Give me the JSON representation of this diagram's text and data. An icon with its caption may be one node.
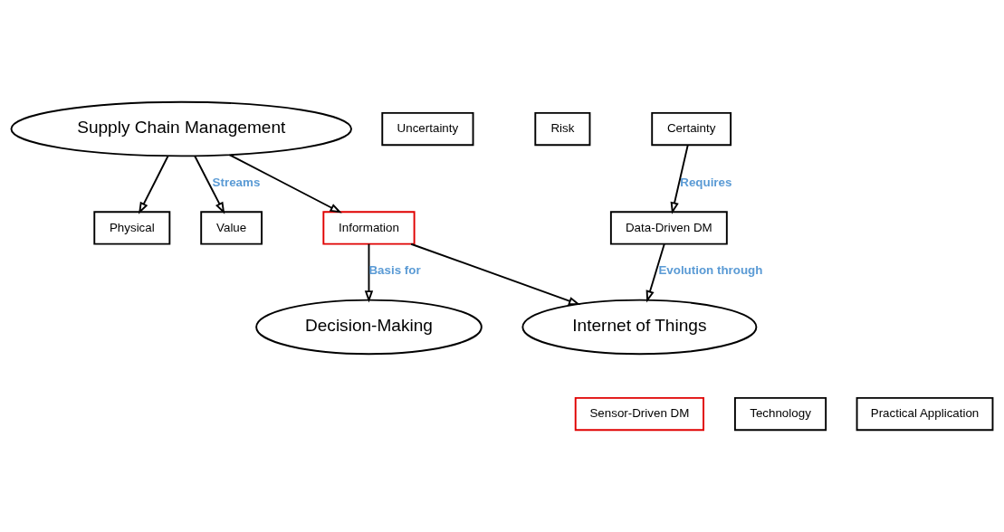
{
  "diagram": {
    "nodes": [
      {
        "text": [
          "Supply Chain Management"
        ]
      },
      {
        "text": [
          "Physical"
        ]
      },
      {
        "text": [
          "Value"
        ]
      },
      {
        "text": [
          "Information"
        ]
      },
      {
        "text": [
          "Decision-Making"
        ]
      },
      {
        "text": [
          "Internet of Things"
        ]
      },
      {
        "text": [
          "Uncertainty"
        ]
      },
      {
        "text": [
          "Risk"
        ]
      },
      {
        "text": [
          "Certainty"
        ]
      },
      {
        "text": [
          "Data-Driven DM"
        ]
      },
      {
        "text": [
          "Technology"
        ]
      },
      {
        "text": [
          "Sensor-Driven DM"
        ]
      },
      {
        "text": [
          "Practical Application"
        ]
      }
    ],
    "edges": [
      {
        "from": 0,
        "to": 1,
        "arrow": "to"
      },
      {
        "from": 0,
        "to": 2,
        "arrow": "to",
        "label": "Streams"
      },
      {
        "from": 0,
        "to": 3,
        "arrow": "to"
      },
      {
        "from": 3,
        "to": 4,
        "arrow": "to",
        "label": "Basis for"
      },
      {
        "from": 3,
        "to": 5,
        "arrow": "to"
      },
      {
        "from": 8,
        "to": 9,
        "arrow": "to",
        "label": "Requires"
      },
      {
        "from": 9,
        "to": 5,
        "arrow": "to",
        "label": "Evolution through"
      }
    ]
  }
}
